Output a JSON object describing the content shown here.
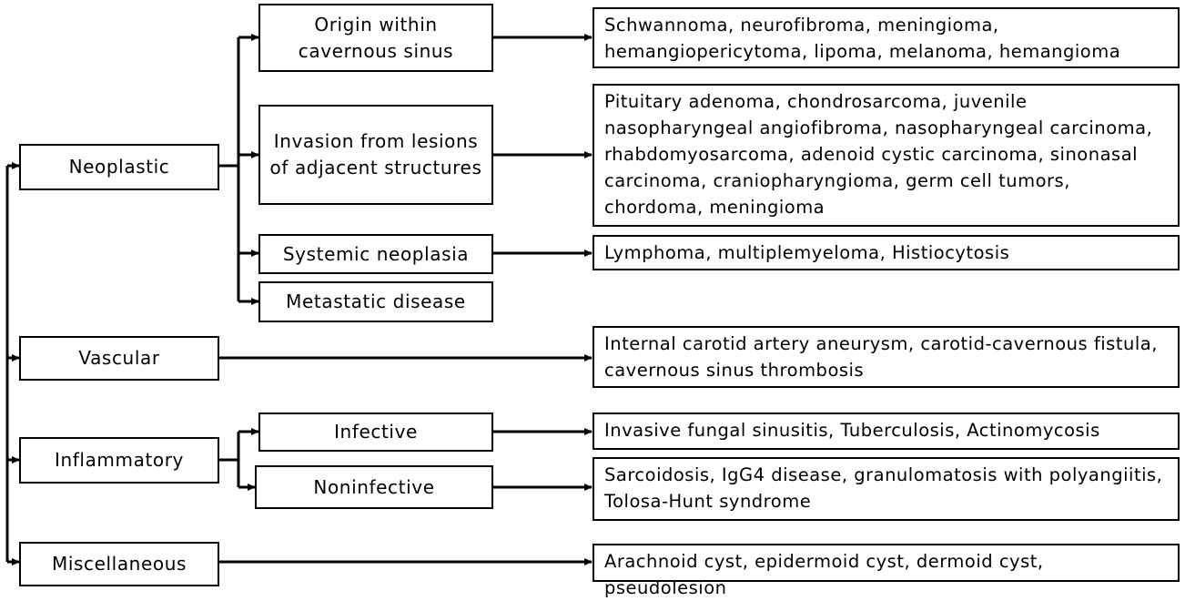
{
  "categories": {
    "neoplastic": "Neoplastic",
    "vascular": "Vascular",
    "inflammatory": "Inflammatory",
    "miscellaneous": "Miscellaneous"
  },
  "subcategories": {
    "origin": "Origin within cavernous sinus",
    "invasion": "Invasion from lesions of adjacent structures",
    "systemic": "Systemic neoplasia",
    "metastatic": "Metastatic disease",
    "infective": "Infective",
    "noninfective": "Noninfective"
  },
  "examples": {
    "origin": "Schwannoma, neurofibroma, meningioma, hemangiopericytoma, lipoma, melanoma, hemangioma",
    "invasion": "Pituitary adenoma, chondrosarcoma, juvenile nasopharyngeal angiofibroma, nasopharyngeal carcinoma, rhabdomyosarcoma, adenoid cystic carcinoma, sinonasal carcinoma, craniopharyngioma, germ cell tumors, chordoma, meningioma",
    "systemic": "Lymphoma, multiplemyeloma, Histiocytosis",
    "vascular": "Internal carotid artery aneurysm, carotid-cavernous fistula, cavernous sinus thrombosis",
    "infective": "Invasive fungal sinusitis, Tuberculosis, Actinomycosis",
    "noninfective": "Sarcoidosis, IgG4 disease, granulomatosis with polyangiitis, Tolosa-Hunt syndrome",
    "miscellaneous": "Arachnoid cyst, epidermoid cyst, dermoid cyst, pseudolesion"
  },
  "connector_color": "#000000"
}
